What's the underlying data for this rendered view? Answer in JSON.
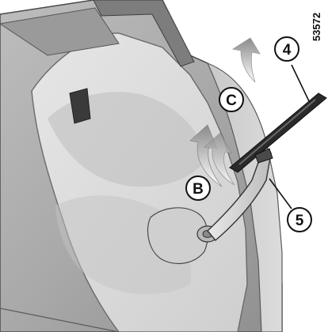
{
  "figure": {
    "reference_code": "53572",
    "callouts": {
      "wiper_blade": "4",
      "wiper_arm": "5",
      "step_lift": "C",
      "step_rotate": "B"
    }
  }
}
